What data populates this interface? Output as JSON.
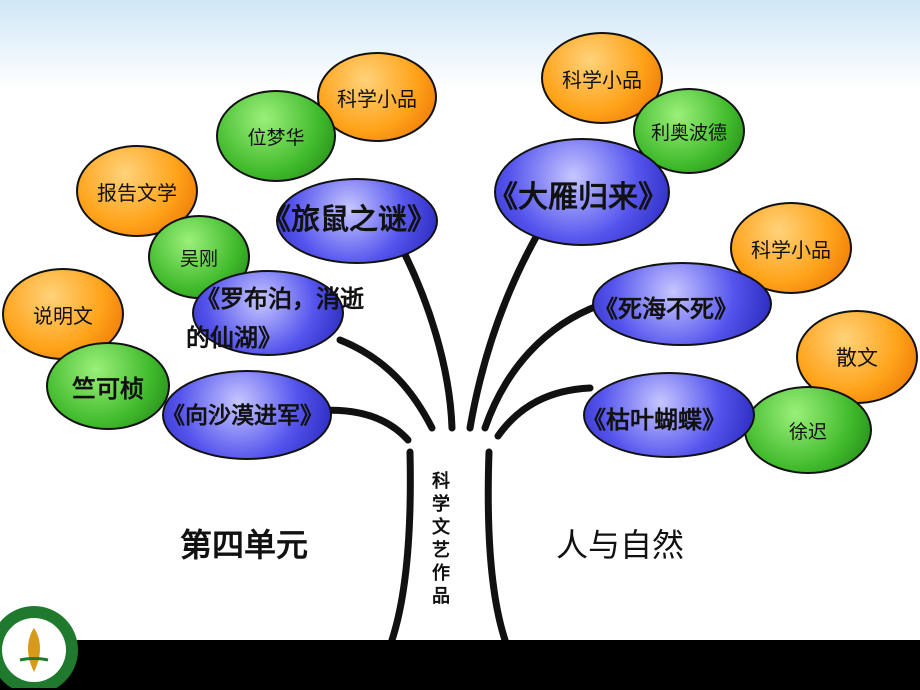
{
  "trunk_label": "科学文艺作品",
  "left_caption": "第四单元",
  "right_caption": "人与自然",
  "left": {
    "b1_type": "科学小品",
    "b1_author": "位梦华",
    "b1_title": "《旅鼠之谜》",
    "b2_type": "报告文学",
    "b2_author": "吴刚",
    "b2_title_line1": "《罗布泊，消逝",
    "b2_title_line2": "的仙湖》",
    "b3_type": "说明文",
    "b3_author": "竺可桢",
    "b3_title": "《向沙漠进军》"
  },
  "right": {
    "b1_type": "科学小品",
    "b1_author": "利奥波德",
    "b1_title": "《大雁归来》",
    "b2_type": "科学小品",
    "b2_title": "《死海不死》",
    "b3_type": "散文",
    "b3_author": "徐迟",
    "b3_title": "《枯叶蝴蝶》"
  },
  "colors": {
    "type_bubble": "#ffa31a",
    "author_bubble": "#3fb92b",
    "title_bubble": "#5555ee",
    "trunk": "#111111"
  }
}
